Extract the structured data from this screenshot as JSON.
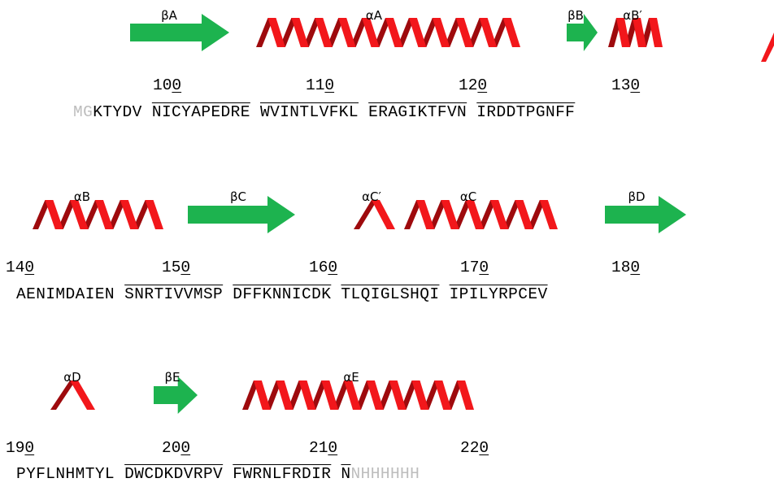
{
  "rows": [
    {
      "labels": [
        {
          "id": "beta-a",
          "text": "βA"
        },
        {
          "id": "alpha-a",
          "text": "αA"
        },
        {
          "id": "beta-b",
          "text": "βB"
        },
        {
          "id": "alpha-b-prime",
          "text": "αB′"
        }
      ],
      "numbers": [
        {
          "head": "10",
          "tail": "0"
        },
        {
          "head": "11",
          "tail": "0"
        },
        {
          "head": "12",
          "tail": "0"
        },
        {
          "head": "13",
          "tail": "0"
        }
      ],
      "sequence": {
        "lead_grey": "MG",
        "blocks": [
          "KTYDV",
          "NICYAPEDRE",
          "WVINTLVFKL",
          "ERAGIKTFVN",
          "IRDDTPGNFF"
        ],
        "trail_grey": ""
      }
    },
    {
      "labels": [
        {
          "id": "alpha-b",
          "text": "αB"
        },
        {
          "id": "beta-c",
          "text": "βC"
        },
        {
          "id": "alpha-c-prime",
          "text": "αC′"
        },
        {
          "id": "alpha-c",
          "text": "αC"
        },
        {
          "id": "beta-d",
          "text": "βD"
        }
      ],
      "numbers": [
        {
          "head": "14",
          "tail": "0"
        },
        {
          "head": "15",
          "tail": "0"
        },
        {
          "head": "16",
          "tail": "0"
        },
        {
          "head": "17",
          "tail": "0"
        },
        {
          "head": "18",
          "tail": "0"
        }
      ],
      "sequence": {
        "lead_grey": "",
        "blocks": [
          "AENIMDAIEN",
          "SNRTIVVMSP",
          "DFFKNNICDK",
          "TLQIGLSHQI",
          "IPILYRPCEV"
        ],
        "trail_grey": ""
      }
    },
    {
      "labels": [
        {
          "id": "alpha-d",
          "text": "αD"
        },
        {
          "id": "beta-e",
          "text": "βE"
        },
        {
          "id": "alpha-e",
          "text": "αE"
        }
      ],
      "numbers": [
        {
          "head": "19",
          "tail": "0"
        },
        {
          "head": "20",
          "tail": "0"
        },
        {
          "head": "21",
          "tail": "0"
        },
        {
          "head": "22",
          "tail": "0"
        }
      ],
      "sequence": {
        "lead_grey": "",
        "blocks": [
          "PYFLNHMTYL",
          "DWCDKDVRPV",
          "FWRNLFRDIR",
          "N"
        ],
        "trail_grey": "NHHHHHH"
      }
    }
  ],
  "colors": {
    "strand": "#1db34f",
    "helix_front": "#f2171b",
    "helix_back": "#9e0a0d",
    "grey_residue": "#bdbdbd"
  },
  "elements": [
    {
      "type": "strand",
      "name": "βA"
    },
    {
      "type": "helix",
      "name": "αA",
      "turns": 11
    },
    {
      "type": "strand",
      "name": "βB"
    },
    {
      "type": "helix",
      "name": "αB′",
      "turns": 3
    },
    {
      "type": "helix",
      "name": "αB",
      "turns": 5
    },
    {
      "type": "strand",
      "name": "βC"
    },
    {
      "type": "helix",
      "name": "αC′",
      "turns": 1
    },
    {
      "type": "helix",
      "name": "αC",
      "turns": 6
    },
    {
      "type": "strand",
      "name": "βD"
    },
    {
      "type": "helix",
      "name": "αD",
      "turns": 1
    },
    {
      "type": "strand",
      "name": "βE"
    },
    {
      "type": "helix",
      "name": "αE",
      "turns": 10
    }
  ]
}
